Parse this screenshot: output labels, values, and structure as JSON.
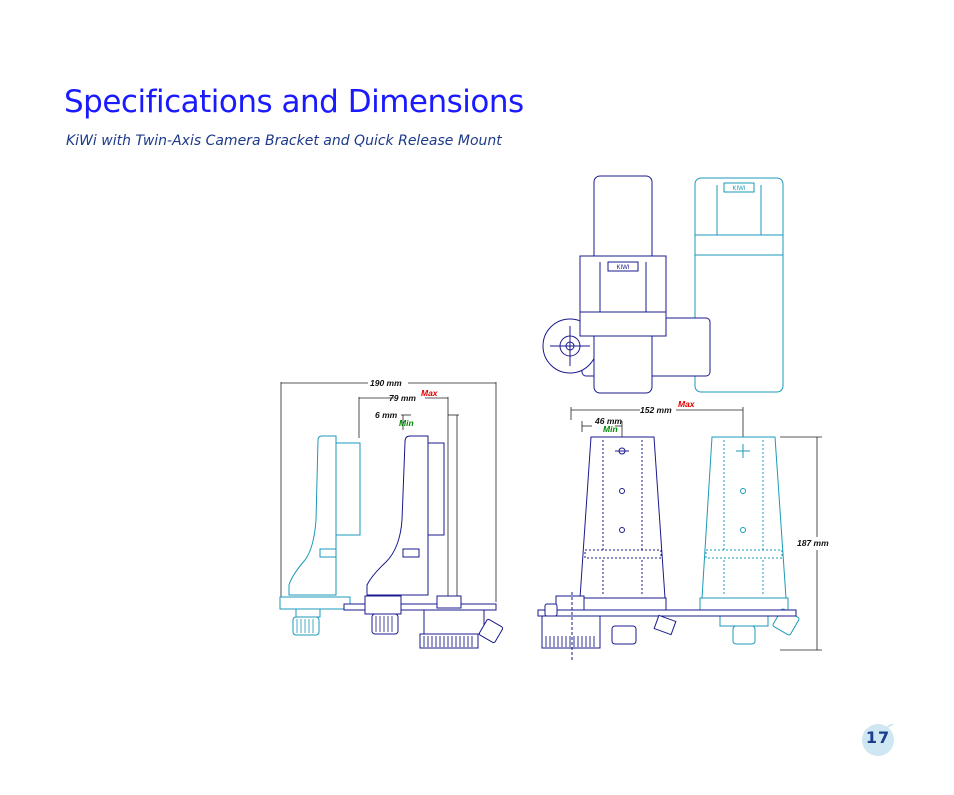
{
  "page": {
    "title": "Specifications and Dimensions",
    "subtitle": "KiWi with Twin-Axis Camera Bracket and Quick Release Mount",
    "page_number": "17"
  },
  "dimensions": {
    "side_total": "190 mm",
    "side_mid": "79 mm",
    "side_small": "6 mm",
    "front_total": "152 mm",
    "front_small": "46 mm",
    "height": "187 mm",
    "max_label": "Max",
    "min_label": "Min"
  },
  "colors": {
    "title": "#1a1aff",
    "outline_blue": "#1a1a8c",
    "outline_cyan": "#1a9ab8",
    "max": "#e00000",
    "min": "#008800",
    "badge": "#cfe6f3"
  }
}
